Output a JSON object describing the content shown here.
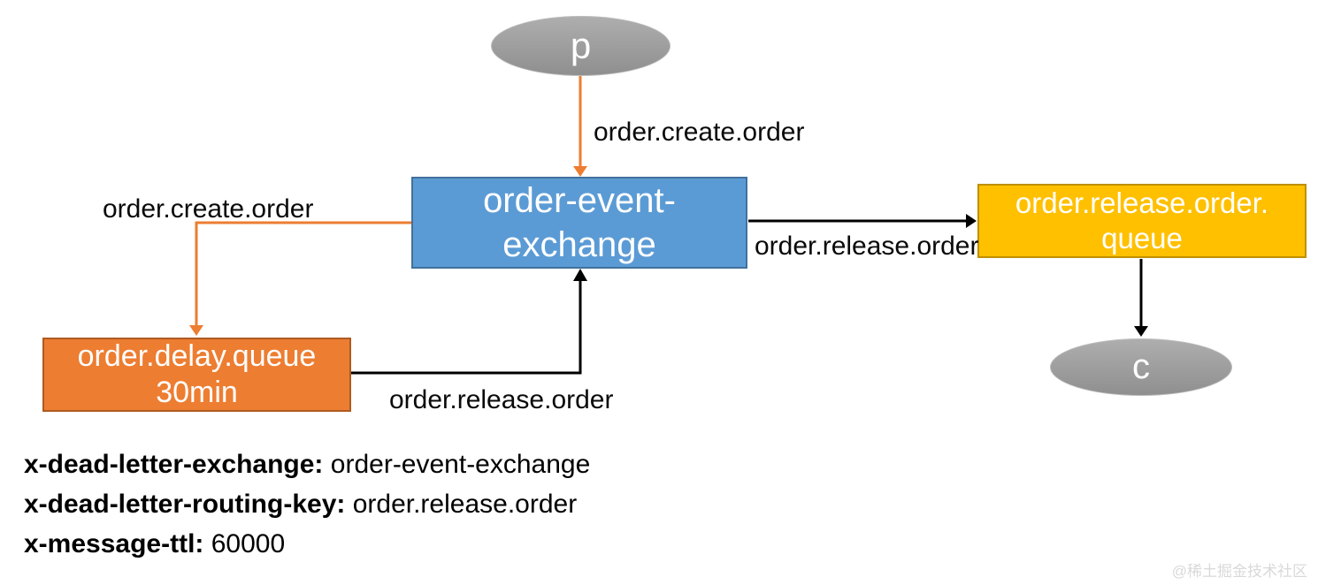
{
  "diagram": {
    "producer": {
      "label": "p"
    },
    "consumer": {
      "label": "c"
    },
    "exchange": {
      "label_line1": "order-event-",
      "label_line2": "exchange"
    },
    "delay_queue": {
      "label_line1": "order.delay.queue",
      "label_line2": "30min"
    },
    "release_queue": {
      "label_line1": "order.release.order.",
      "label_line2": "queue"
    },
    "edges": {
      "producer_to_exchange": "order.create.order",
      "exchange_to_delay_queue": "order.create.order",
      "delay_queue_to_exchange": "order.release.order",
      "exchange_to_release_queue": "order.release.order"
    }
  },
  "properties": [
    {
      "key": "x-dead-letter-exchange:",
      "value": "order-event-exchange"
    },
    {
      "key": "x-dead-letter-routing-key:",
      "value": "order.release.order"
    },
    {
      "key": "x-message-ttl:",
      "value": "60000"
    }
  ],
  "watermark": "@稀土掘金技术社区",
  "colors": {
    "exchange_fill": "#5B9BD5",
    "exchange_border": "#41719C",
    "delay_queue_fill": "#ED7D31",
    "delay_queue_border": "#AE5A21",
    "release_queue_fill": "#FFC000",
    "release_queue_border": "#BF9000",
    "node_gray": "#9E9E9E",
    "arrow_orange": "#ED7D31",
    "arrow_black": "#000000"
  }
}
